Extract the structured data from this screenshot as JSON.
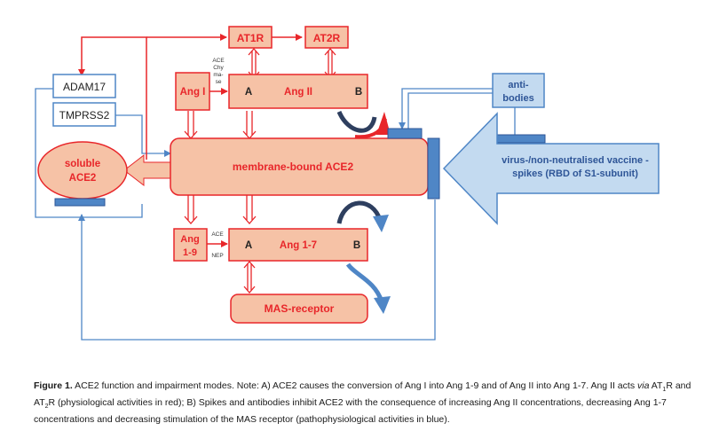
{
  "nodes": {
    "at1r": "AT1R",
    "at2r": "AT2R",
    "adam17": "ADAM17",
    "tmprss2": "TMPRSS2",
    "ang1": "Ang I",
    "ang2_a": "A",
    "ang2": "Ang II",
    "ang2_b": "B",
    "enzymes_top": [
      "ACE",
      "Chy",
      "ma-",
      "se"
    ],
    "membrane_ace2": "membrane-bound ACE2",
    "soluble_ace2": [
      "soluble",
      "ACE2"
    ],
    "antibodies": [
      "anti-",
      "bodies"
    ],
    "spikes": [
      "virus-/non-neutralised vaccine -",
      "spikes (RBD of S1-subunit)"
    ],
    "ang19": [
      "Ang",
      "1-9"
    ],
    "ang17_a": "A",
    "ang17": "Ang 1-7",
    "ang17_b": "B",
    "enzyme_ace": "ACE",
    "enzyme_nep": "NEP",
    "mas_receptor": "MAS-receptor"
  },
  "colors": {
    "red": "#e8262a",
    "fill": "#f6c2a6",
    "blue": "#4f86c6",
    "blue_fill": "#c3daf0",
    "dark_blue": "#2e5597"
  },
  "caption": {
    "label": "Figure 1.",
    "part1": " ACE2 function and impairment modes. Note: A) ACE2 causes the conversion of Ang I into Ang 1-9 and of Ang II into Ang 1-7. Ang II acts ",
    "via": "via",
    "part2": " AT",
    "sub1": "1",
    "part3": "R and AT",
    "sub2": "2",
    "part4": "R (physiological activities in red); B) Spikes and antibodies inhibit ACE2 with the consequence of increasing Ang II concentrations, decreasing Ang 1-7 concentrations and decreasing stimulation of the MAS receptor (pathophysiological activities in blue)."
  }
}
